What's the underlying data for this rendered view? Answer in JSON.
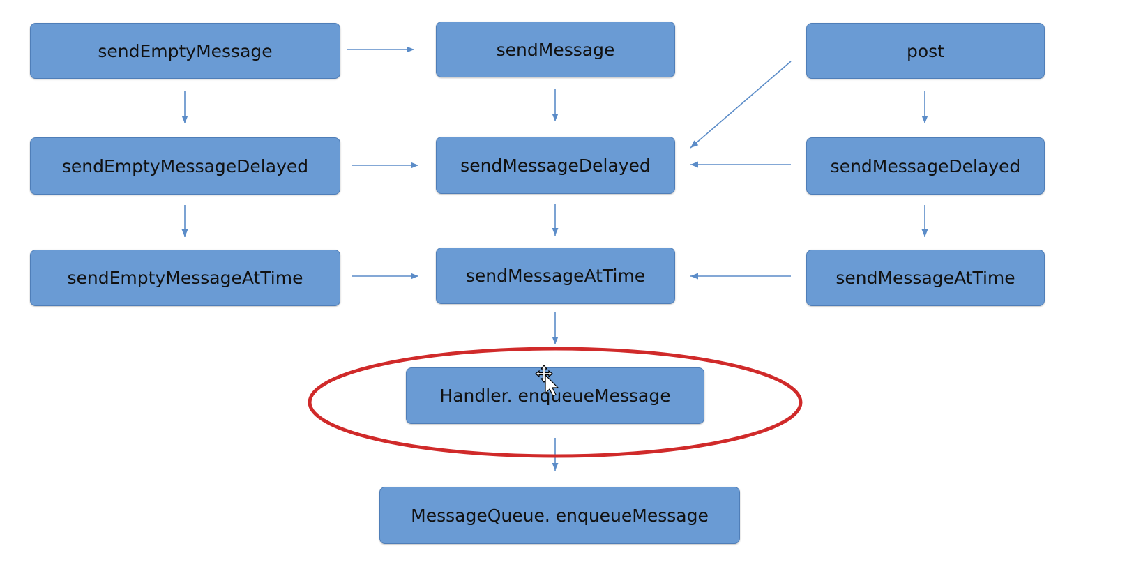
{
  "nodes": {
    "sendEmptyMessage": "sendEmptyMessage",
    "sendMessage": "sendMessage",
    "post": "post",
    "sendEmptyMessageDelayed": "sendEmptyMessageDelayed",
    "sendMessageDelayed": "sendMessageDelayed",
    "postSendMessageDelayed": "sendMessageDelayed",
    "sendEmptyMessageAtTime": "sendEmptyMessageAtTime",
    "sendMessageAtTime": "sendMessageAtTime",
    "postSendMessageAtTime": "sendMessageAtTime",
    "handlerEnqueue": "Handler. enqueueMessage",
    "queueEnqueue": "MessageQueue. enqueueMessage"
  },
  "edges": [
    {
      "from": "sendEmptyMessage",
      "to": "sendMessage"
    },
    {
      "from": "sendEmptyMessage",
      "to": "sendEmptyMessageDelayed"
    },
    {
      "from": "sendMessage",
      "to": "sendMessageDelayed"
    },
    {
      "from": "post",
      "to": "sendMessageDelayed"
    },
    {
      "from": "post",
      "to": "postSendMessageDelayed"
    },
    {
      "from": "sendEmptyMessageDelayed",
      "to": "sendMessageDelayed"
    },
    {
      "from": "postSendMessageDelayed",
      "to": "sendMessageDelayed"
    },
    {
      "from": "sendEmptyMessageDelayed",
      "to": "sendEmptyMessageAtTime"
    },
    {
      "from": "sendMessageDelayed",
      "to": "sendMessageAtTime"
    },
    {
      "from": "postSendMessageDelayed",
      "to": "postSendMessageAtTime"
    },
    {
      "from": "sendEmptyMessageAtTime",
      "to": "sendMessageAtTime"
    },
    {
      "from": "postSendMessageAtTime",
      "to": "sendMessageAtTime"
    },
    {
      "from": "sendMessageAtTime",
      "to": "handlerEnqueue"
    },
    {
      "from": "handlerEnqueue",
      "to": "queueEnqueue"
    }
  ],
  "highlight": {
    "node": "handlerEnqueue",
    "shape": "ellipse",
    "color": "#d02a2a"
  },
  "colors": {
    "node_fill": "#6a9bd4",
    "node_border": "#4f7eb8",
    "connector": "#5b8cc8",
    "highlight": "#d02a2a",
    "text": "#111111"
  },
  "icons": {
    "cursor": "move-cursor-icon"
  }
}
